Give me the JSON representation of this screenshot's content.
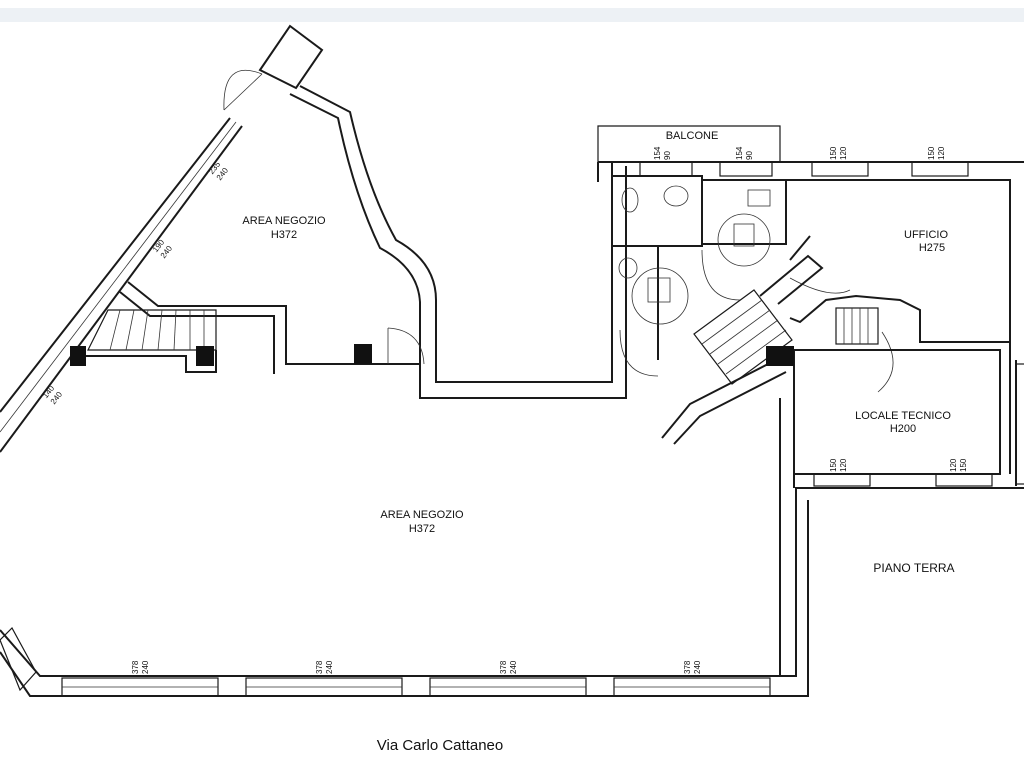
{
  "rooms": {
    "area_negozio_upper": {
      "name": "AREA NEGOZIO",
      "height": "H372"
    },
    "area_negozio_lower": {
      "name": "AREA NEGOZIO",
      "height": "H372"
    },
    "ufficio": {
      "name": "UFFICIO",
      "height": "H275"
    },
    "locale_tecnico": {
      "name": "LOCALE TECNICO",
      "height": "H200"
    },
    "balcone": {
      "name": "BALCONE"
    }
  },
  "floor_label": "PIANO TERRA",
  "street_label": "Via Carlo Cattaneo",
  "dimensions": {
    "diag_top": [
      "235",
      "240"
    ],
    "diag_mid": [
      "190",
      "240"
    ],
    "diag_low": [
      "140",
      "240"
    ],
    "bath_left": [
      "154",
      "90"
    ],
    "bath_right": [
      "154",
      "90"
    ],
    "office_win_1": [
      "150",
      "120"
    ],
    "office_win_2": [
      "150",
      "120"
    ],
    "tech_win_1": [
      "150",
      "120"
    ],
    "tech_win_2": [
      "120",
      "150"
    ],
    "front_1": [
      "378",
      "240"
    ],
    "front_2": [
      "378",
      "240"
    ],
    "front_3": [
      "378",
      "240"
    ],
    "front_4": [
      "378",
      "240"
    ]
  },
  "colors": {
    "wall": "#1a1a1a",
    "background": "#ffffff"
  }
}
